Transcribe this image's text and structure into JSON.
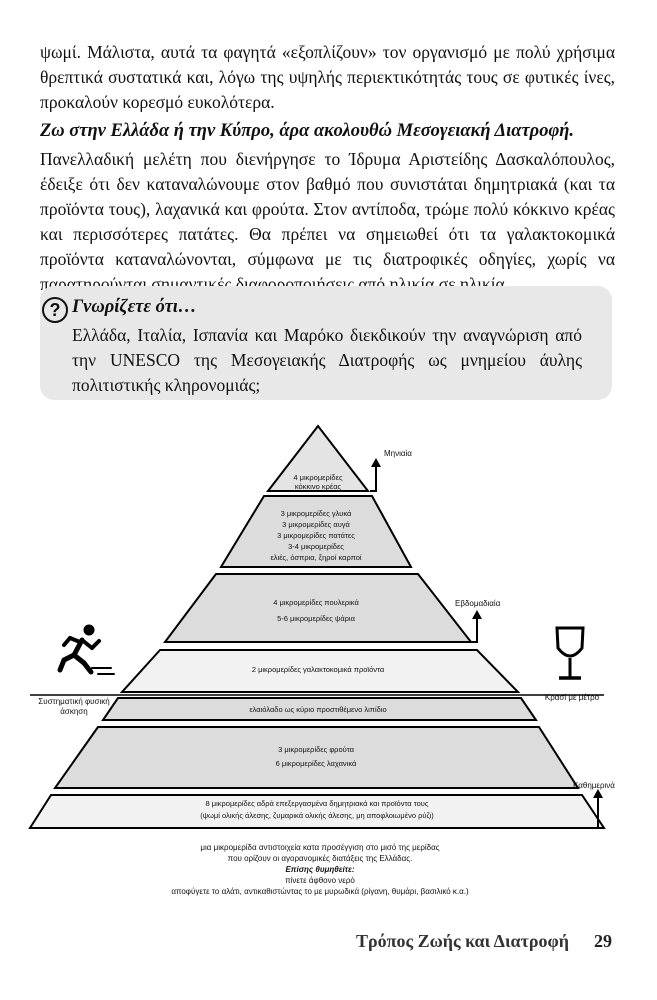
{
  "body": {
    "paragraph1": "ψωμί. Μάλιστα, αυτά τα φαγητά «εξοπλίζουν» τον οργανισμό με πολύ χρήσιμα θρεπτικά συστατικά και, λόγω της υψηλής περιεκτικότητάς τους σε φυτικές ίνες, προκαλούν κορεσμό ευκολότερα.",
    "heading": "Ζω στην Ελλάδα ή την Κύπρο, άρα ακολουθώ Μεσογειακή Διατροφή.",
    "paragraph2": "Πανελλαδική μελέτη που διενήργησε το Ίδρυμα Αριστείδης Δασκαλόπουλος, έδειξε ότι δεν καταναλώνουμε στον βαθμό που συνιστάται δημητριακά (και τα προϊόντα τους), λαχανικά και φρούτα. Στον αντίποδα, τρώμε πολύ κόκκινο κρέας και περισσότερες πατάτες. Θα πρέπει να σημειωθεί ότι τα γαλακτοκομικά προϊόντα καταναλώνονται, σύμφωνα με τις διατροφικές οδηγίες, χωρίς να παρατηρούνται σημαντικές διαφοροποιήσεις από ηλικία σε ηλικία."
  },
  "did_you_know": {
    "icon": "question-circle-icon",
    "icon_glyph": "?",
    "title": "Γνωρίζετε ότι…",
    "text": "Ελλάδα, Ιταλία, Ισπανία και Μαρόκο διεκδικούν την αναγνώριση από την UNESCO της Μεσογειακής Διατροφής ως μνημείου άυλης πολιτιστικής κληρονομιάς;"
  },
  "pyramid": {
    "tiers": {
      "monthly": [
        "4 μικρομερίδες",
        "κόκκινο κρέας"
      ],
      "weekly_top": [
        "3 μικρομερίδες γλυκά",
        "3 μικρομερίδες αυγά",
        "3 μικρομερίδες πατάτες",
        "3-4 μικρομερίδες",
        "ελιές, όσπρια, ξηροί καρποί"
      ],
      "weekly_bottom": [
        "4 μικρομερίδες πουλερικά",
        "5-6 μικρομερίδες ψάρια"
      ],
      "dairy": "2 μικρομερίδες γαλακτοκομικά προϊόντα",
      "olive_oil": "ελαιόλαδο ως κύριο προστιθέμενο λιπίδιο",
      "fruits_veg": [
        "3 μικρομερίδες φρούτα",
        "6 μικρομερίδες λαχανικά"
      ],
      "cereals": [
        "8 μικρομερίδες αδρά επεξεργασμένα δημητριακά και προϊόντα τους",
        "(ψωμί ολικής άλεσης, ζυμαρικά ολικής άλεσης, μη αποφλοιωμένο ρύζι)"
      ]
    },
    "labels": {
      "monthly": "Μηνιαία",
      "weekly": "Εβδομαδιαία",
      "daily": "Καθημερινά",
      "wine": "Κρασί με μέτρο",
      "exercise": [
        "Συστηματική φυσική",
        "άσκηση"
      ]
    },
    "icons": {
      "exercise": "running-person-icon",
      "wine": "wine-glass-icon"
    },
    "footnote": {
      "line1": "μια μικρομερίδα αντιστοιχεία κατα προσέγγιση στο μισό της μερίδας",
      "line2": "που ορίζουν οι αγορανομικές διατάξεις της Ελλάδας.",
      "line3": "Επίσης θυμηθείτε:",
      "line4": "πίνετε άφθονο νερό",
      "line5": "αποφύγετε το αλάτι, αντικαθιστώντας το με μυρωδικά (ρίγανη, θυμάρι, βασιλικό κ.α.)"
    }
  },
  "footer": {
    "title": "Τρόπος Ζωής και Διατροφή",
    "page": "29"
  }
}
